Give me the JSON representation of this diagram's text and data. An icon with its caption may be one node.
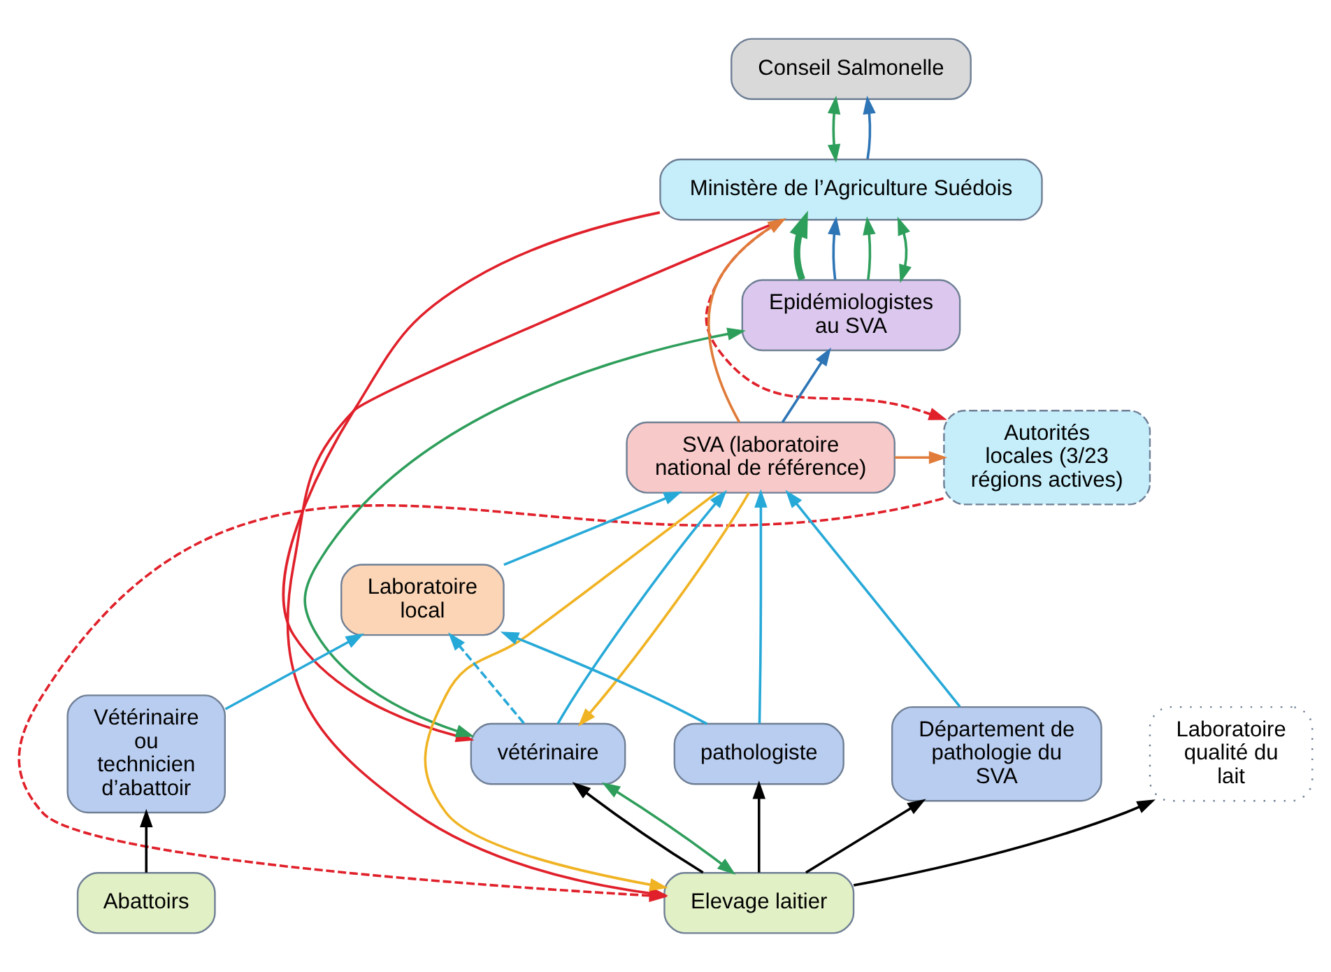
{
  "diagram": {
    "nodes": [
      {
        "text": [
          "Conseil Salmonelle"
        ]
      },
      {
        "text": [
          "Ministère de l’Agriculture Suédois"
        ]
      },
      {
        "text": [
          "Epidémiologistes au SVA"
        ]
      },
      {
        "text": [
          "Autorités locales (3/23 régions actives)"
        ]
      },
      {
        "text": [
          "SVA (laboratoire national de référence)"
        ]
      },
      {
        "text": [
          "Laboratoire local"
        ]
      },
      {
        "text": [
          "Vétérinaire ou technicien d’abattoir"
        ]
      },
      {
        "text": [
          "Département de pathologie du SVA"
        ]
      },
      {
        "text": [
          "pathologiste"
        ]
      },
      {
        "text": [
          "Laboratoire qualité du lait"
        ]
      },
      {
        "text": [
          "vétérinaire"
        ]
      },
      {
        "text": [
          "Abattoirs"
        ]
      },
      {
        "text": [
          "Elevage laitier"
        ]
      }
    ],
    "edges": [
      {
        "from": 1,
        "to": 0,
        "arrow": "both",
        "color": "#2e9e5b"
      },
      {
        "from": 1,
        "to": 0,
        "arrow": "to"
      },
      {
        "from": 2,
        "to": 1,
        "arrow": "to",
        "style": "thick",
        "color": "#2e9e5b"
      },
      {
        "from": 2,
        "to": 1,
        "arrow": "to"
      },
      {
        "from": 2,
        "to": 1,
        "arrow": "to",
        "color": "#2e9e5b"
      },
      {
        "from": 2,
        "to": 1,
        "arrow": "both",
        "color": "#2e9e5b"
      },
      {
        "from": 4,
        "to": 2,
        "arrow": "to"
      },
      {
        "from": 4,
        "to": 1,
        "arrow": "to",
        "color": "#e07b39"
      },
      {
        "from": 4,
        "to": 3,
        "arrow": "to",
        "color": "#e07b39"
      },
      {
        "from": 1,
        "to": 3,
        "arrow": "to",
        "style": "dashed",
        "color": "#e0202a"
      },
      {
        "from": 1,
        "to": 12,
        "arrow": "to",
        "color": "#e0202a"
      },
      {
        "from": 1,
        "to": 10,
        "arrow": "to",
        "color": "#e0202a"
      },
      {
        "from": 3,
        "to": 12,
        "arrow": "to",
        "style": "dashed",
        "color": "#e0202a"
      },
      {
        "from": 2,
        "to": 10,
        "arrow": "both",
        "color": "#2e9e5b"
      },
      {
        "from": 4,
        "to": 12,
        "arrow": "to",
        "color": "#f0b323"
      },
      {
        "from": 4,
        "to": 10,
        "arrow": "to",
        "color": "#f0b323"
      },
      {
        "from": 10,
        "to": 4,
        "arrow": "to",
        "color": "#27a9d8"
      },
      {
        "from": 10,
        "to": 5,
        "arrow": "to",
        "style": "dashed",
        "color": "#27a9d8"
      },
      {
        "from": 6,
        "to": 5,
        "arrow": "to",
        "color": "#27a9d8"
      },
      {
        "from": 5,
        "to": 4,
        "arrow": "to",
        "color": "#27a9d8"
      },
      {
        "from": 8,
        "to": 5,
        "arrow": "to",
        "color": "#27a9d8"
      },
      {
        "from": 8,
        "to": 4,
        "arrow": "to",
        "color": "#27a9d8"
      },
      {
        "from": 7,
        "to": 4,
        "arrow": "to",
        "color": "#27a9d8"
      },
      {
        "from": 11,
        "to": 6,
        "arrow": "to",
        "color": "#000000"
      },
      {
        "from": 12,
        "to": 9,
        "arrow": "to",
        "color": "#000000"
      },
      {
        "from": 12,
        "to": 10,
        "arrow": "to",
        "color": "#000000"
      },
      {
        "from": 12,
        "to": 10,
        "arrow": "both",
        "color": "#2e9e5b"
      },
      {
        "from": 12,
        "to": 8,
        "arrow": "to",
        "color": "#000000"
      },
      {
        "from": 12,
        "to": 7,
        "arrow": "to",
        "color": "#000000"
      }
    ]
  }
}
